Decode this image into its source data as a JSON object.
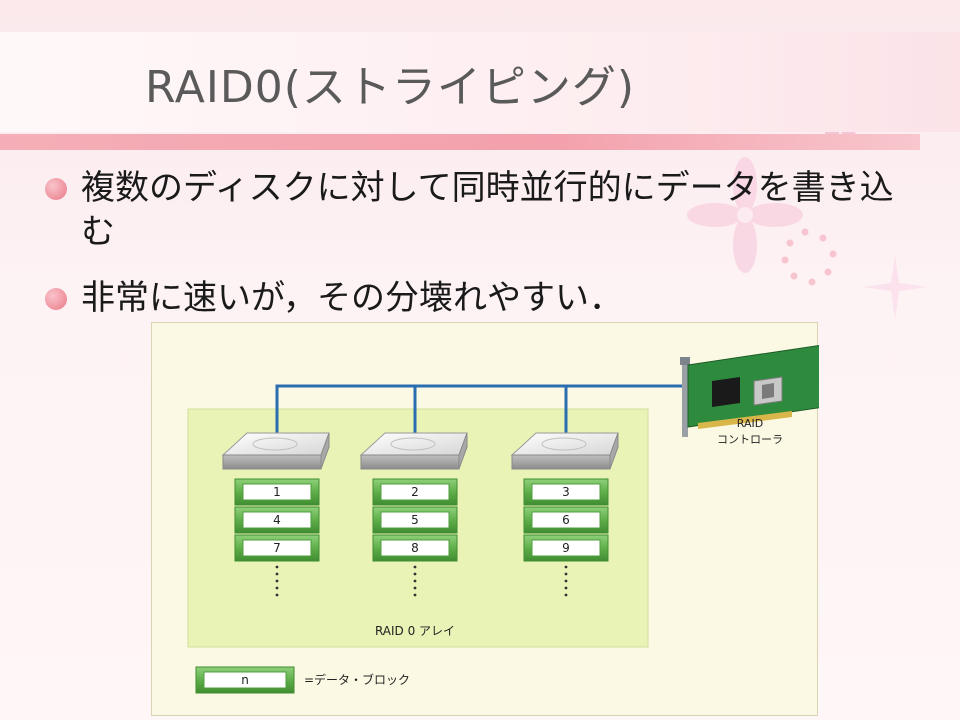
{
  "slide": {
    "title": "RAID0(ストライピング)",
    "bullets": [
      "複数のディスクに対して同時並行的にデータを書き込む",
      "非常に速いが，その分壊れやすい．"
    ]
  },
  "diagram": {
    "controller_label_line1": "RAID",
    "controller_label_line2": "コントローラ",
    "array_label": "RAID 0 アレイ",
    "disks": [
      {
        "blocks": [
          "1",
          "4",
          "7"
        ]
      },
      {
        "blocks": [
          "2",
          "5",
          "8"
        ]
      },
      {
        "blocks": [
          "3",
          "6",
          "9"
        ]
      }
    ],
    "legend_block": "n",
    "legend_text": "=データ・ブロック"
  },
  "colors": {
    "title_rule": "#f3a1ac",
    "bullet_dot": "#ee8f9b",
    "array_fill": "#e9f3b6",
    "bus_line": "#2a6db0",
    "block_green": "#5fae4a",
    "figure_bg": "#fbf9e3"
  }
}
